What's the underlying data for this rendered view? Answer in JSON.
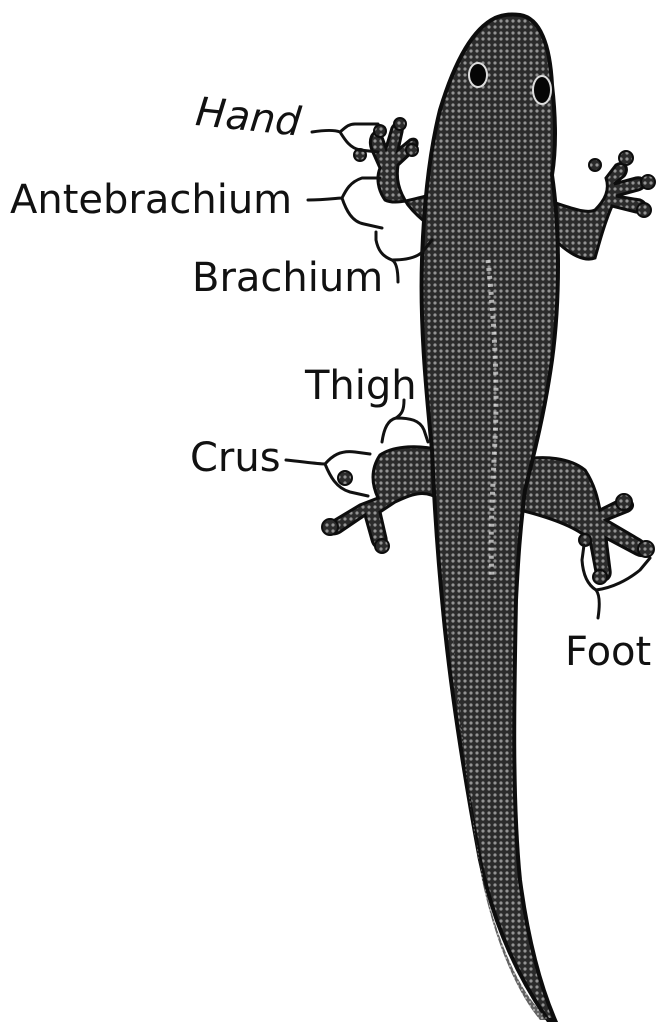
{
  "figure": {
    "subject": "gecko dorsal view",
    "colors": {
      "skin_fill": "#2b2b2b",
      "skin_edge": "#0d0d0d",
      "scale_dots": "#e8e8e8",
      "eye": "#050505",
      "leader_line": "#111111",
      "background": "#ffffff"
    }
  },
  "labels": {
    "hand": "Hand",
    "antebrachium": "Antebrachium",
    "brachium": "Brachium",
    "thigh": "Thigh",
    "crus": "Crus",
    "foot": "Foot"
  }
}
